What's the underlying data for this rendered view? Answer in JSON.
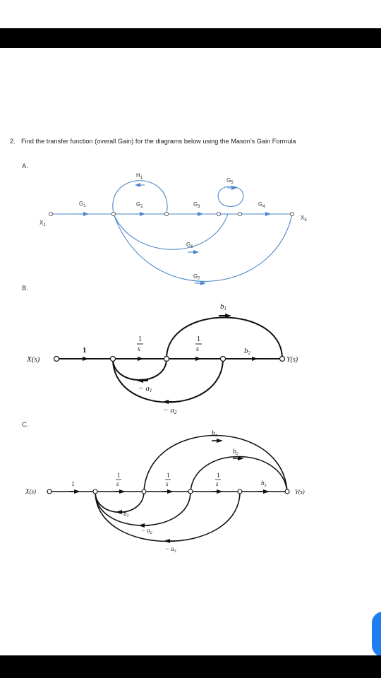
{
  "question": {
    "number": "2.",
    "text": "Find the transfer function (overall Gain) for the diagrams below using the Mason’s Gain Formula"
  },
  "parts": [
    "A.",
    "B.",
    "C."
  ],
  "diagram_a": {
    "input": "X",
    "input_sub": "1",
    "output": "X",
    "output_sub": "5",
    "gains": {
      "g1": {
        "base": "G",
        "sub": "1"
      },
      "g2": {
        "base": "G",
        "sub": "2"
      },
      "g3": {
        "base": "G",
        "sub": "3"
      },
      "g4": {
        "base": "G",
        "sub": "4"
      },
      "g5": {
        "base": "G",
        "sub": "5"
      },
      "g6": {
        "base": "G",
        "sub": "6"
      },
      "g7": {
        "base": "G",
        "sub": "7"
      },
      "h1": {
        "base": "H",
        "sub": "1"
      }
    },
    "line_color": "#4a86c8"
  },
  "diagram_b": {
    "input": "X(s)",
    "output": "Y(s)",
    "gain_1": "1",
    "integrator_num": "1",
    "integrator_den": "s",
    "b1": {
      "base": "b",
      "sub": "1"
    },
    "b2": {
      "base": "b",
      "sub": "2"
    },
    "a1": {
      "sign": "−",
      "base": "a",
      "sub": "1"
    },
    "a2": {
      "sign": "−",
      "base": "a",
      "sub": "2"
    }
  },
  "diagram_c": {
    "input": "X(s)",
    "output": "Y(s)",
    "gain_1": "1",
    "integrator_num": "1",
    "integrator_den": "s",
    "b1": {
      "base": "b",
      "sub": "1"
    },
    "b2": {
      "base": "b",
      "sub": "2"
    },
    "b3": {
      "base": "b",
      "sub": "3"
    },
    "a1": {
      "sign": "−",
      "base": "a",
      "sub": "1"
    },
    "a2": {
      "sign": "−",
      "base": "a",
      "sub": "2"
    },
    "a3": {
      "sign": "−",
      "base": "a",
      "sub": "3"
    }
  }
}
